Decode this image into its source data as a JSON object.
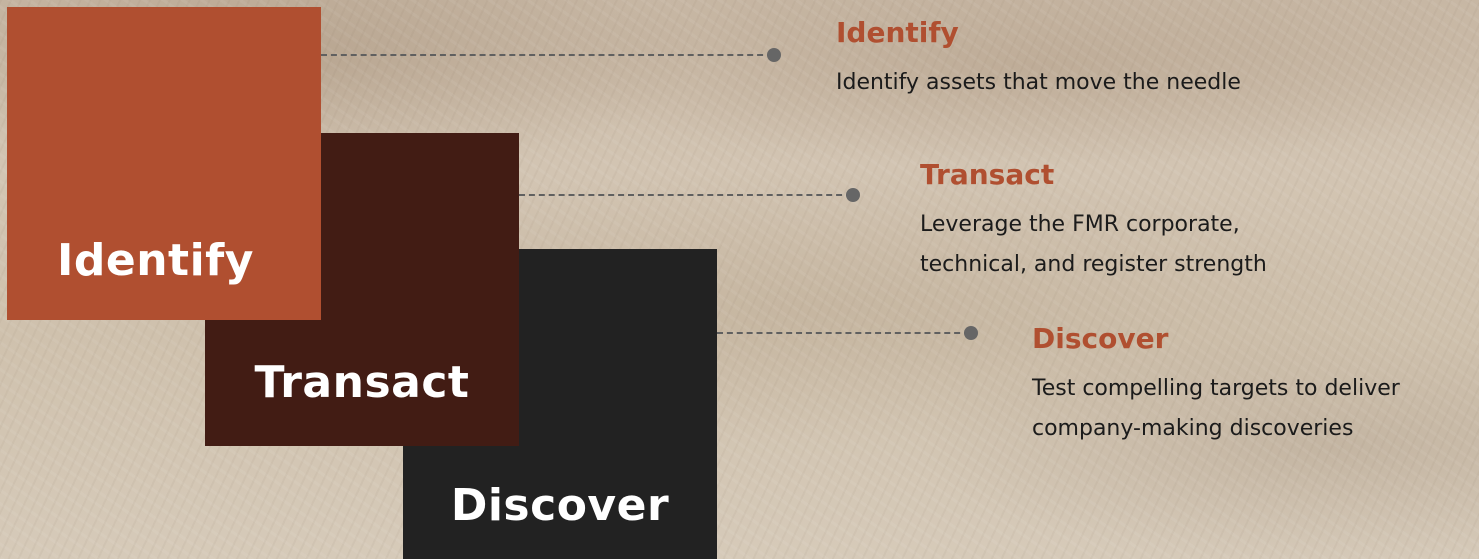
{
  "blocks": [
    {
      "label": "Identify",
      "color": "#b04f30"
    },
    {
      "label": "Transact",
      "color": "#421c14"
    },
    {
      "label": "Discover",
      "color": "#222222"
    }
  ],
  "steps": [
    {
      "title": "Identify",
      "lines": [
        "Identify assets that move the needle"
      ]
    },
    {
      "title": "Transact",
      "lines": [
        "Leverage the FMR corporate,",
        "technical, and register strength"
      ]
    },
    {
      "title": "Discover",
      "lines": [
        "Test compelling targets to deliver",
        "company-making discoveries"
      ]
    }
  ],
  "colors": {
    "accent": "#b04f30",
    "connector": "#606060"
  }
}
